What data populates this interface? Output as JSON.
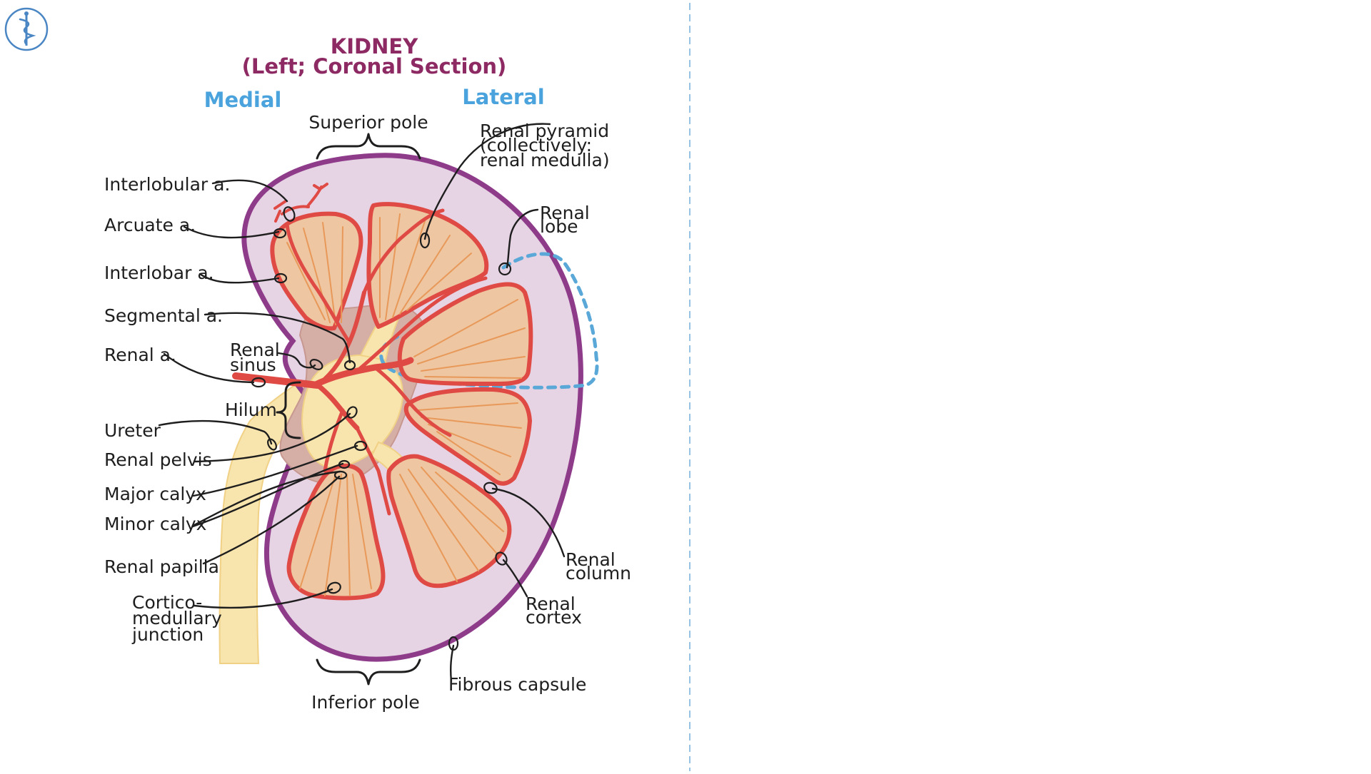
{
  "logo": {
    "icon": "caduceus-icon",
    "color": "#4a86c4"
  },
  "title": {
    "line1": "KIDNEY",
    "line2": "(Left; Coronal Section)"
  },
  "orientation": {
    "medial": "Medial",
    "lateral": "Lateral"
  },
  "labels": {
    "superior_pole": "Superior pole",
    "inferior_pole": "Inferior pole",
    "renal_pyramid": [
      "Renal pyramid",
      "(collectively:",
      "renal medulla)"
    ],
    "renal_lobe": [
      "Renal",
      "lobe"
    ],
    "interlobular_a": "Interlobular a.",
    "arcuate_a": "Arcuate a.",
    "interlobar_a": "Interlobar a.",
    "segmental_a": "Segmental a.",
    "renal_a": "Renal a.",
    "renal_sinus": [
      "Renal",
      "sinus"
    ],
    "hilum": "Hilum",
    "ureter": "Ureter",
    "renal_pelvis": "Renal pelvis",
    "major_calyx": "Major calyx",
    "minor_calyx": "Minor calyx",
    "renal_papilla": "Renal papilla",
    "corticomedullary_junction": [
      "Cortico-",
      "medullary",
      "junction"
    ],
    "renal_column": [
      "Renal",
      "column"
    ],
    "renal_cortex": [
      "Renal",
      "cortex"
    ],
    "fibrous_capsule": "Fibrous capsule"
  },
  "colors": {
    "title": "#8e2a63",
    "orientation": "#4aa3dc",
    "capsule": "#8e3b8a",
    "cortex": "#e6d3e4",
    "pyramid": "#eec6a1",
    "artery": "#e04a45",
    "ureter": "#f8e4ad",
    "lobe_outline": "#5aa8d8",
    "divider": "#7fb4de"
  }
}
